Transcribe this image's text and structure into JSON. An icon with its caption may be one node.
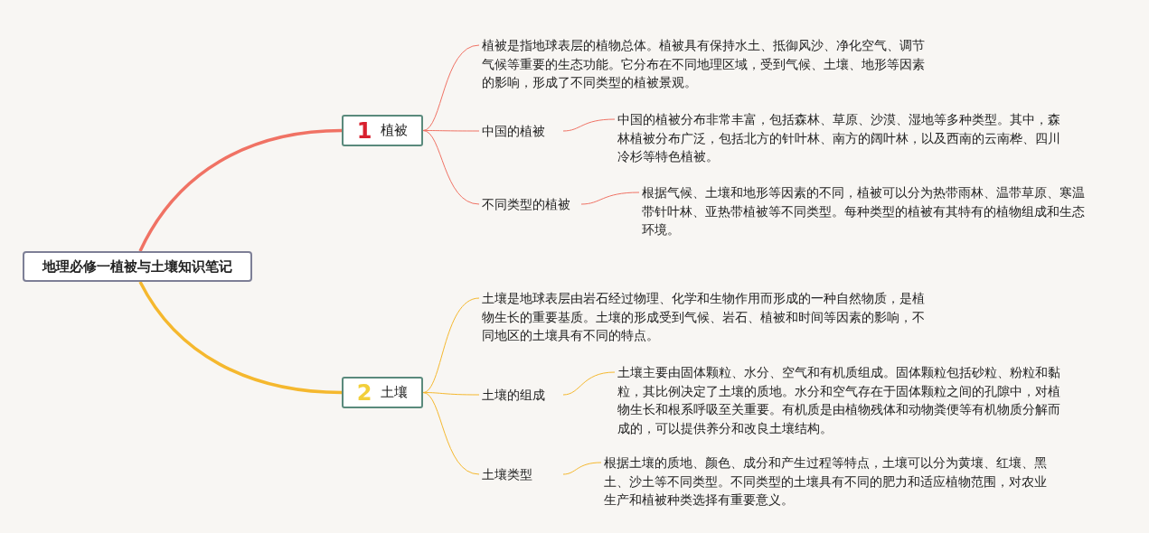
{
  "diagram": {
    "nodes": [
      {
        "text": [
          "地理必修一植被与土壤知识笔记"
        ]
      },
      {
        "text": [
          "1",
          "植被"
        ]
      },
      {
        "text": [
          "植被是指地球表层的植物总体。植被具有保持水土、抵御风沙、净化空气、调节气候等重要的生态功能。它分布在不同地理区域，受到气候、土壤、地形等因素的影响，形成了不同类型的植被景观。"
        ]
      },
      {
        "text": [
          "中国的植被"
        ]
      },
      {
        "text": [
          "中国的植被分布非常丰富，包括森林、草原、沙漠、湿地等多种类型。其中，森林植被分布广泛，包括北方的针叶林、南方的阔叶林，以及西南的云南桦、四川冷杉等特色植被。"
        ]
      },
      {
        "text": [
          "不同类型的植被"
        ]
      },
      {
        "text": [
          "根据气候、土壤和地形等因素的不同，植被可以分为热带雨林、温带草原、寒温带针叶林、亚热带植被等不同类型。每种类型的植被有其特有的植物组成和生态环境。"
        ]
      },
      {
        "text": [
          "2",
          "土壤"
        ]
      },
      {
        "text": [
          "土壤是地球表层由岩石经过物理、化学和生物作用而形成的一种自然物质，是植物生长的重要基质。土壤的形成受到气候、岩石、植被和时间等因素的影响，不同地区的土壤具有不同的特点。"
        ]
      },
      {
        "text": [
          "土壤的组成"
        ]
      },
      {
        "text": [
          "土壤主要由固体颗粒、水分、空气和有机质组成。固体颗粒包括砂粒、粉粒和黏粒，其比例决定了土壤的质地。水分和空气存在于固体颗粒之间的孔隙中，对植物生长和根系呼吸至关重要。有机质是由植物残体和动物粪便等有机物质分解而成的，可以提供养分和改良土壤结构。"
        ]
      },
      {
        "text": [
          "土壤类型"
        ]
      },
      {
        "text": [
          "根据土壤的质地、颜色、成分和产生过程等特点，土壤可以分为黄壤、红壤、黑土、沙土等不同类型。不同类型的土壤具有不同的肥力和适应植物范围，对农业生产和植被种类选择有重要意义。"
        ]
      }
    ],
    "edges": [
      {
        "from": 0,
        "to": 1,
        "arrow": "none",
        "style": "thick",
        "color": "#f07264"
      },
      {
        "from": 1,
        "to": 2,
        "arrow": "none",
        "color": "#f07264"
      },
      {
        "from": 1,
        "to": 3,
        "arrow": "none",
        "color": "#f07264"
      },
      {
        "from": 3,
        "to": 4,
        "arrow": "none",
        "color": "#f07264"
      },
      {
        "from": 1,
        "to": 5,
        "arrow": "none",
        "color": "#f07264"
      },
      {
        "from": 5,
        "to": 6,
        "arrow": "none",
        "color": "#f07264"
      },
      {
        "from": 0,
        "to": 7,
        "arrow": "none",
        "style": "thick",
        "color": "#f5b82e"
      },
      {
        "from": 7,
        "to": 8,
        "arrow": "none",
        "color": "#f5b82e"
      },
      {
        "from": 7,
        "to": 9,
        "arrow": "none",
        "color": "#f5b82e"
      },
      {
        "from": 9,
        "to": 10,
        "arrow": "none",
        "color": "#f5b82e"
      },
      {
        "from": 7,
        "to": 11,
        "arrow": "none",
        "color": "#f5b82e"
      },
      {
        "from": 11,
        "to": 12,
        "arrow": "none",
        "color": "#f5b82e"
      }
    ]
  }
}
